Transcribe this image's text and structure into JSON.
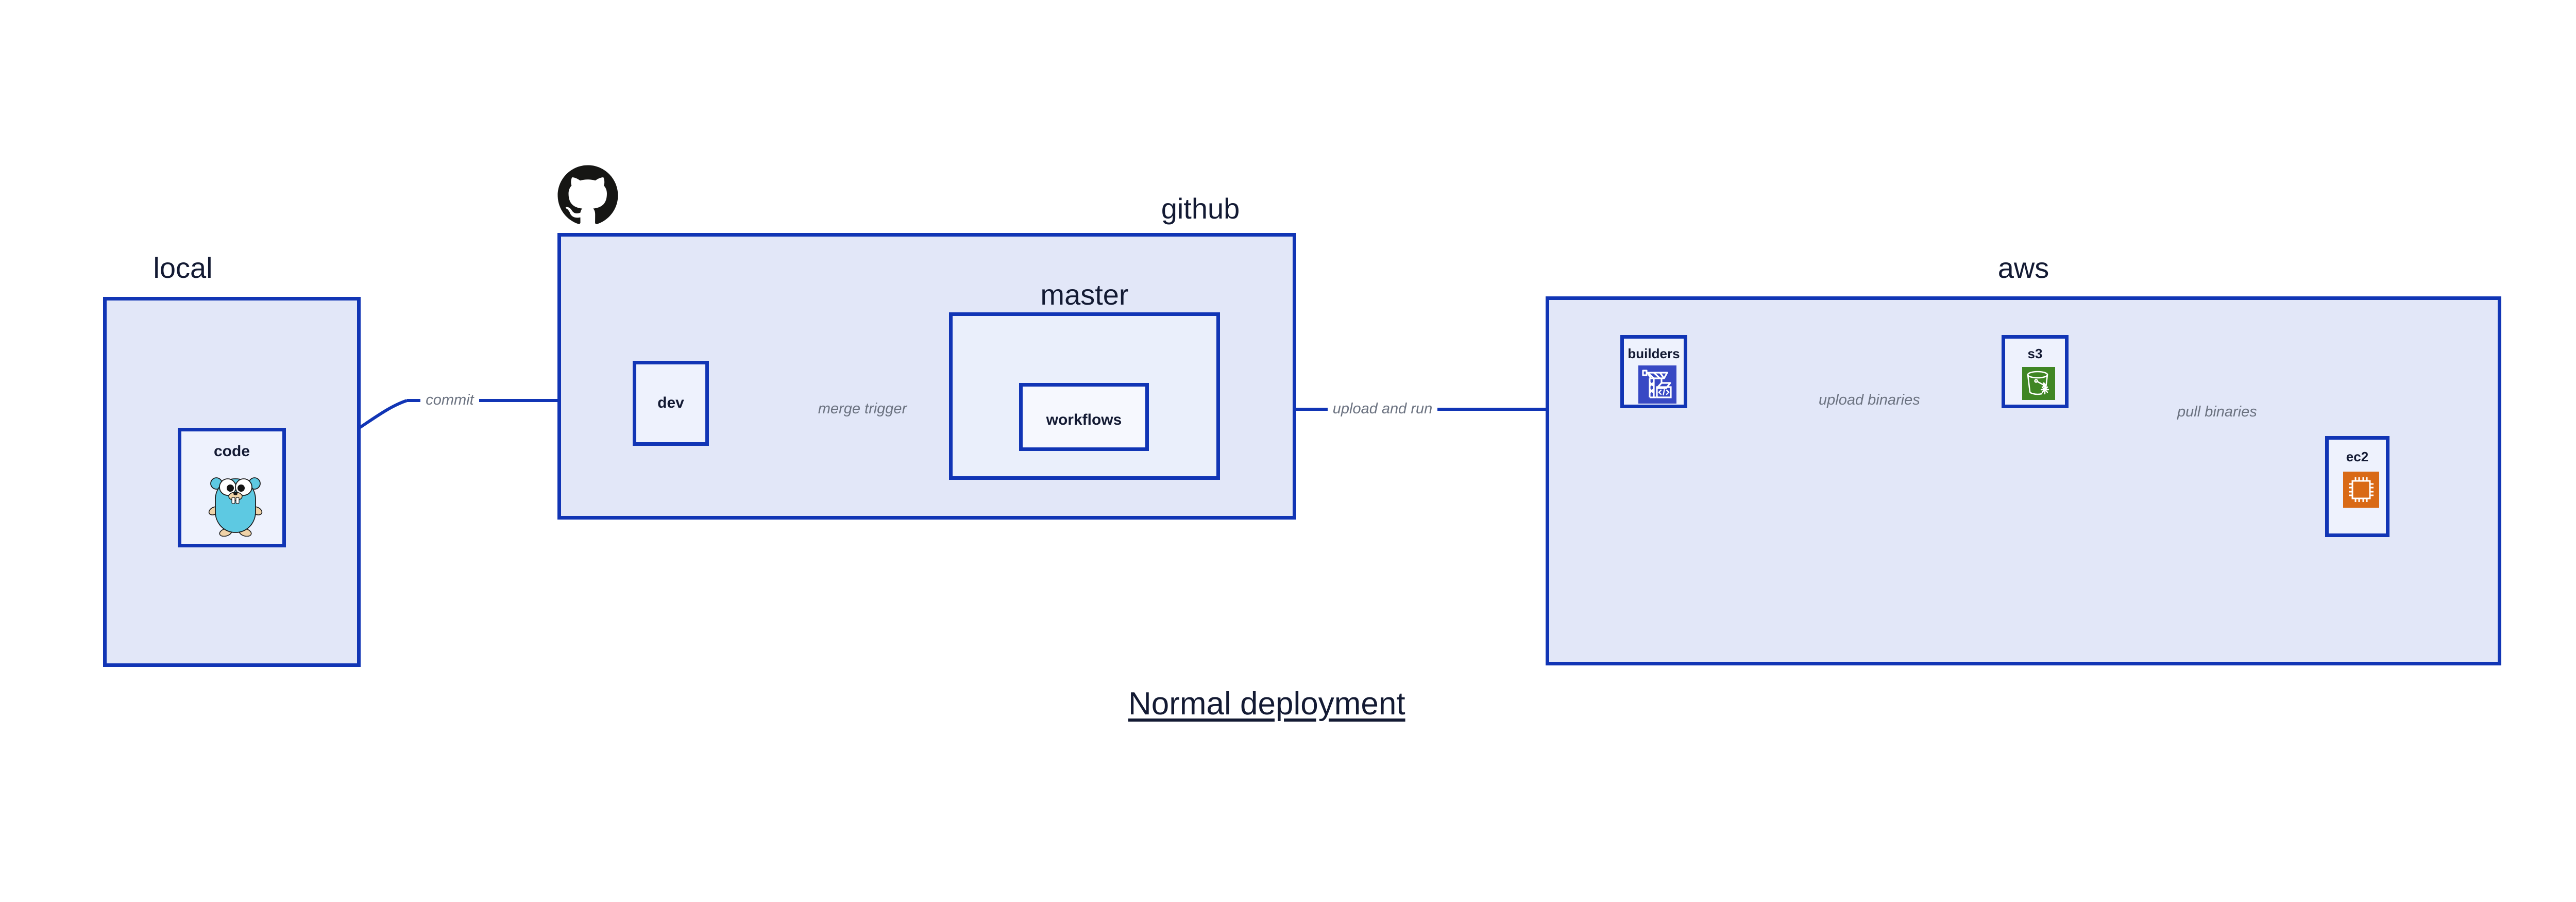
{
  "title": "Normal deployment",
  "colors": {
    "group_fill": "#e2e7f8",
    "sub_fill": "#eaeffb",
    "node_fill": "#eef2fd",
    "border_blue": "#1135b5",
    "edge_blue": "#1135b5",
    "label_gray": "#6b7280",
    "text_dark": "#131a33",
    "s3_green": "#3f8624",
    "builders_blue": "#3849c4",
    "ec2_orange": "#d96a16",
    "gopher_cyan": "#5dc9e2",
    "github_black": "#161614"
  },
  "groups": [
    {
      "id": "local",
      "label": "local"
    },
    {
      "id": "github",
      "label": "github"
    },
    {
      "id": "master",
      "label": "master"
    },
    {
      "id": "aws",
      "label": "aws"
    }
  ],
  "nodes": [
    {
      "id": "code",
      "label": "code",
      "icon": "go-gopher-icon",
      "group": "local"
    },
    {
      "id": "dev",
      "label": "dev",
      "icon": null,
      "group": "github"
    },
    {
      "id": "workflows",
      "label": "workflows",
      "icon": null,
      "group": "master"
    },
    {
      "id": "builders",
      "label": "builders",
      "icon": "aws-builders-icon",
      "group": "aws"
    },
    {
      "id": "s3",
      "label": "s3",
      "icon": "aws-s3-icon",
      "group": "aws"
    },
    {
      "id": "ec2",
      "label": "ec2",
      "icon": "aws-ec2-icon",
      "group": "aws"
    }
  ],
  "edges": [
    {
      "id": "commit",
      "label": "commit",
      "from": "code",
      "to": "dev"
    },
    {
      "id": "merge-trigger",
      "label": "merge trigger",
      "from": "dev",
      "to": "workflows"
    },
    {
      "id": "upload-and-run",
      "label": "upload and run",
      "from": "workflows",
      "to": "builders"
    },
    {
      "id": "upload-binaries",
      "label": "upload binaries",
      "from": "builders",
      "to": "s3"
    },
    {
      "id": "pull-binaries",
      "label": "pull binaries",
      "from": "s3",
      "to": "ec2"
    }
  ],
  "icons": {
    "github_logo": "github-octocat-icon"
  }
}
